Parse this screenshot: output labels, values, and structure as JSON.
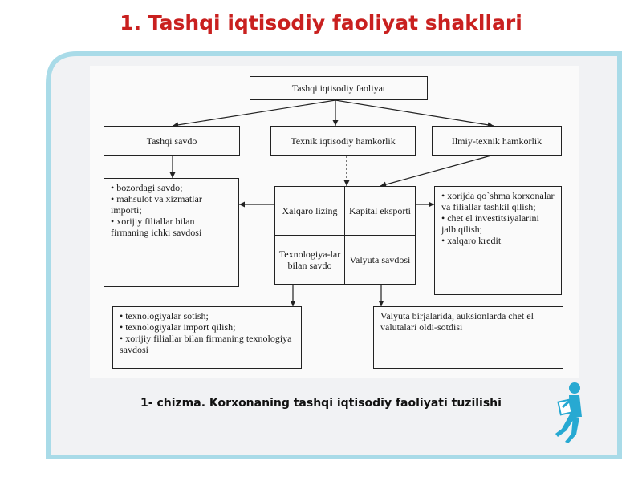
{
  "title": "1. Tashqi iqtisodiy faoliyat shakllari",
  "caption": "1- chizma. Korxonaning tashqi iqtisodiy faoliyati tuzilishi",
  "diagram": {
    "root": "Tashqi iqtisodiy faoliyat",
    "level1": [
      "Tashqi savdo",
      "Texnik iqtisodiy hamkorlik",
      "Ilmiy-texnik hamkorlik"
    ],
    "center_cells": [
      "Xalqaro lizing",
      "Kapital eksporti",
      "Texnologiya-lar bilan savdo",
      "Valyuta savdosi"
    ],
    "left_list": [
      "• bozordagi savdo;",
      "• mahsulot va xizmatlar importi;",
      "• xorijiy filiallar bilan firmaning ichki savdosi"
    ],
    "right_list": [
      "• xorijda qo`shma korxonalar va filiallar tashkil qilish;",
      "• chet el investitsiyalarini jalb qilish;",
      "• xalqaro kredit"
    ],
    "bottom_left_list": [
      "• texnologiyalar sotish;",
      "• texnologiyalar import qilish;",
      "• xorijiy filiallar bilan firmaning texnologiya savdosi"
    ],
    "bottom_right_text": "Valyuta birjalarida, auksionlarda chet el valutalari oldi-sotdisi"
  },
  "colors": {
    "title": "#c9201f",
    "frame": "#a9dbe8",
    "frame_fill": "#f1f2f4",
    "figure": "#27a9d2"
  }
}
